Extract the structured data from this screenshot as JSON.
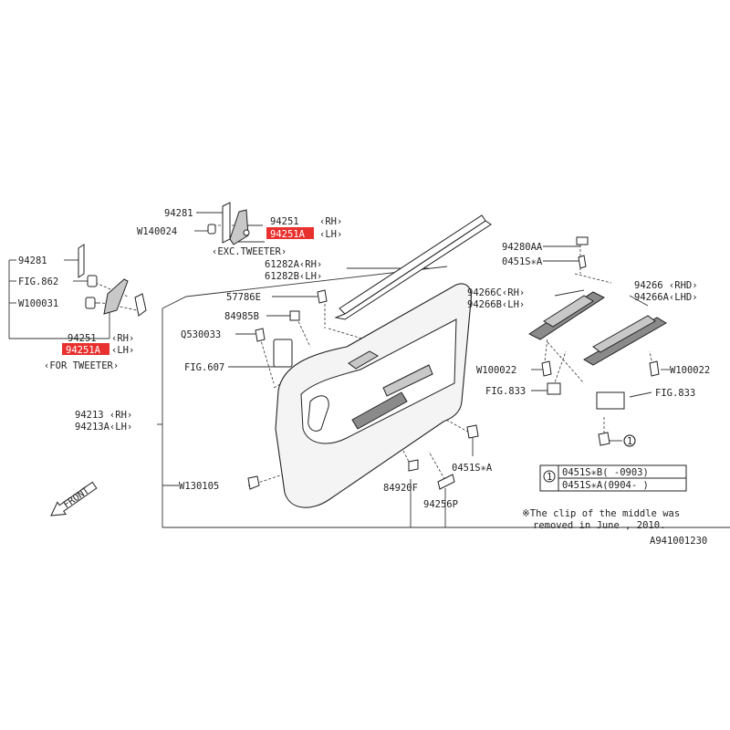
{
  "labels": {
    "p94281_top": "94281",
    "w140024": "W140024",
    "p94251_top": "94251",
    "rh1": "‹RH›",
    "p94251A_top": "94251A",
    "lh1": "‹LH›",
    "exc_tweeter": "‹EXC.TWEETER›",
    "p61282A": "61282A‹RH›",
    "p61282B": "61282B‹LH›",
    "p94281_left": "94281",
    "fig862": "FIG.862",
    "w100031": "W100031",
    "p94251_left": "94251",
    "rh2": "‹RH›",
    "p94251A_left": "94251A",
    "lh2": "‹LH›",
    "for_tweeter": "‹FOR TWEETER›",
    "p57786E": "57786E",
    "p84985B": "84985B",
    "q530033": "Q530033",
    "fig607": "FIG.607",
    "p94213_rh": "94213 ‹RH›",
    "p94213A_lh": "94213A‹LH›",
    "w130105": "W130105",
    "p84920F": "84920F",
    "p94256P": "94256P",
    "p0451SA_mid": "0451S✳A",
    "p94280AA": "94280AA",
    "p0451SA_top": "0451S✳A",
    "p94266C": "94266C‹RH›",
    "p94266B": "94266B‹LH›",
    "p94266_rhd": "94266 ‹RHD›",
    "p94266A_lhd": "94266A‹LHD›",
    "w100022_left": "W100022",
    "w100022_right": "W100022",
    "fig833_left": "FIG.833",
    "fig833_right": "FIG.833",
    "callout_num": "1",
    "front": "FRONT"
  },
  "table": {
    "num": "1",
    "rows": [
      "0451S✳B( -0903)",
      "0451S✳A(0904- )"
    ]
  },
  "note": {
    "line1": "※The clip of the middle was",
    "line2": "removed in June , 2010."
  },
  "diagram_id": "A941001230",
  "colors": {
    "highlight": "#e8312f",
    "line": "#333333"
  }
}
